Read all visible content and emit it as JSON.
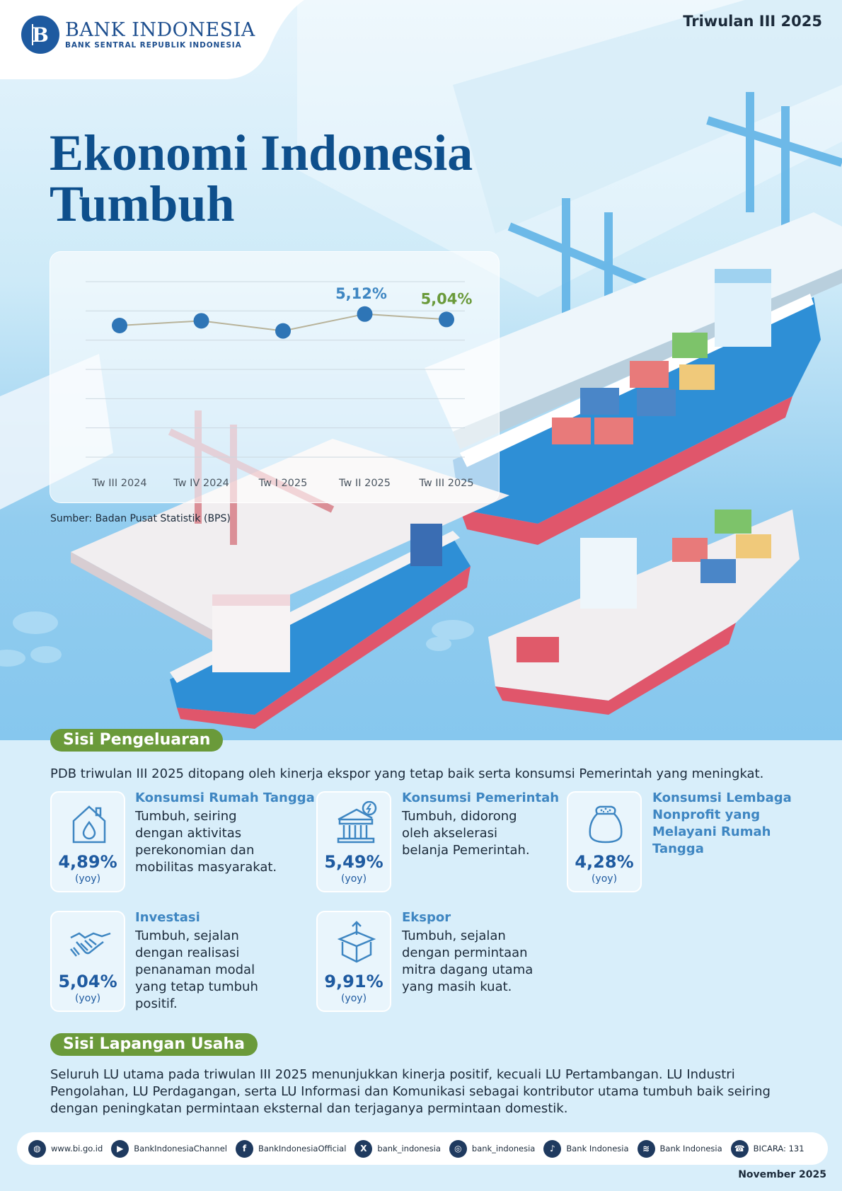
{
  "header": {
    "logo_name": "BANK INDONESIA",
    "logo_subtitle": "BANK SENTRAL REPUBLIK INDONESIA",
    "period": "Triwulan III 2025"
  },
  "title": {
    "line1": "Ekonomi Indonesia",
    "line2": "Tumbuh"
  },
  "chart_data": {
    "type": "line",
    "categories": [
      "Tw III 2024",
      "Tw IV 2024",
      "Tw I 2025",
      "Tw II 2025",
      "Tw III 2025"
    ],
    "values": [
      4.95,
      5.02,
      4.87,
      5.12,
      5.04
    ],
    "data_labels": [
      "",
      "",
      "",
      "5,12%",
      "5,04%"
    ],
    "ylim": [
      3.0,
      5.6
    ],
    "grid": true,
    "colors": {
      "line": "#b8b39a",
      "point": "#2e75b6",
      "label_blue": "#3e86c2",
      "label_green": "#6a9a3a"
    }
  },
  "source": "Sumber: Badan Pusat Statistik (BPS)",
  "sisi_pengeluaran": {
    "heading": "Sisi Pengeluaran",
    "intro": "PDB triwulan III 2025 ditopang oleh kinerja ekspor yang tetap baik serta konsumsi Pemerintah yang meningkat.",
    "items": [
      {
        "title": "Konsumsi Rumah Tangga",
        "value": "4,89%",
        "unit": "(yoy)",
        "desc": "Tumbuh, seiring dengan aktivitas perekonomian dan mobilitas masyarakat.",
        "icon": "house-water-icon"
      },
      {
        "title": "Konsumsi Pemerintah",
        "value": "5,49%",
        "unit": "(yoy)",
        "desc": "Tumbuh, didorong oleh akselerasi belanja Pemerintah.",
        "icon": "government-building-icon"
      },
      {
        "title": "Konsumsi Lembaga Nonprofit yang Melayani Rumah Tangga",
        "value": "4,28%",
        "unit": "(yoy)",
        "desc": "",
        "icon": "rice-sack-icon"
      },
      {
        "title": "Investasi",
        "value": "5,04%",
        "unit": "(yoy)",
        "desc": "Tumbuh, sejalan dengan realisasi penanaman modal yang tetap tumbuh positif.",
        "icon": "handshake-icon"
      },
      {
        "title": "Ekspor",
        "value": "9,91%",
        "unit": "(yoy)",
        "desc": "Tumbuh, sejalan dengan permintaan mitra dagang utama yang masih kuat.",
        "icon": "export-box-icon"
      }
    ]
  },
  "sisi_lapangan_usaha": {
    "heading": "Sisi Lapangan Usaha",
    "text": "Seluruh LU utama pada triwulan III 2025 menunjukkan kinerja positif, kecuali LU Pertambangan. LU Industri Pengolahan, LU Perdagangan, serta LU Informasi dan Komunikasi sebagai kontributor utama tumbuh baik seiring dengan peningkatan permintaan eksternal dan terjaganya permintaan domestik."
  },
  "footer": {
    "socials": [
      {
        "label": "www.bi.go.id",
        "icon": "globe-icon"
      },
      {
        "label": "BankIndonesiaChannel",
        "icon": "youtube-icon"
      },
      {
        "label": "BankIndonesiaOfficial",
        "icon": "facebook-icon"
      },
      {
        "label": "bank_indonesia",
        "icon": "x-icon"
      },
      {
        "label": "bank_indonesia",
        "icon": "instagram-icon"
      },
      {
        "label": "Bank Indonesia",
        "icon": "tiktok-icon"
      },
      {
        "label": "Bank Indonesia",
        "icon": "spotify-icon"
      },
      {
        "label": "BICARA: 131",
        "icon": "bicara-icon"
      }
    ],
    "date": "November 2025"
  }
}
